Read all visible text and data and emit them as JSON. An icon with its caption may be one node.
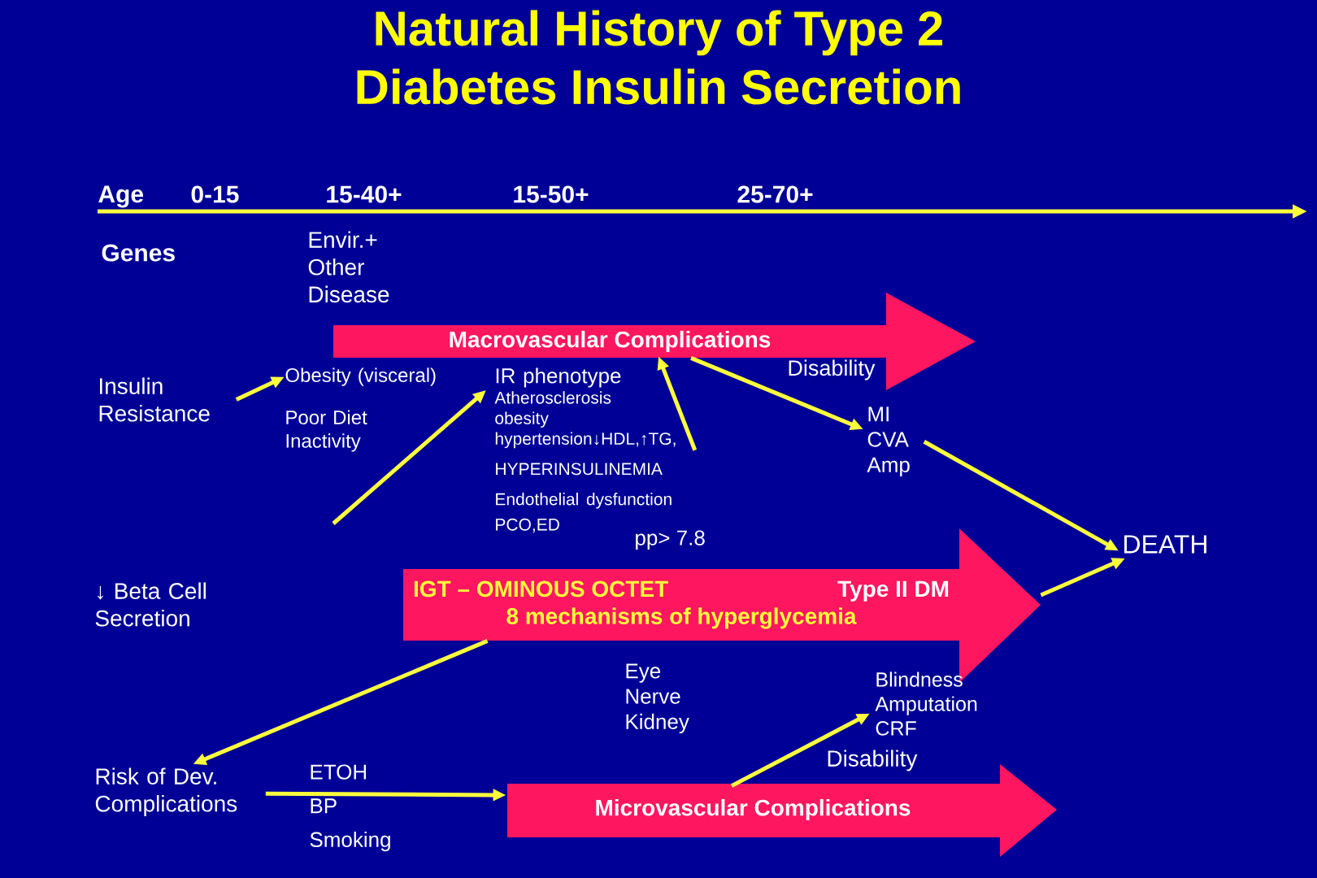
{
  "diagram": {
    "title": "Natural History of Type 2 Diabetes Insulin Secretion",
    "nodes": [
      {
        "text": [
          "Insulin Resistance"
        ]
      },
      {
        "text": [
          "Obesity (visceral)"
        ]
      },
      {
        "text": [
          "IR phenotype",
          "Atherosclerosis",
          "obesity",
          "hypertension↓HDL,↑TG,",
          "HYPERINSULINEMIA",
          "Endothelial dysfunction",
          "PCO,ED"
        ]
      },
      {
        "text": [
          "Macrovascular Complications"
        ]
      },
      {
        "text": [
          "MI CVA Amp"
        ]
      },
      {
        "text": [
          "DEATH"
        ]
      },
      {
        "text": [
          "IGT – OMINOUS OCTET",
          "Type II DM",
          "8 mechanisms of hyperglycemia"
        ]
      },
      {
        "text": [
          "Risk of Dev. Complications"
        ]
      },
      {
        "text": [
          "Microvascular Complications"
        ]
      },
      {
        "text": [
          "Blindness Amputation CRF"
        ]
      }
    ],
    "edges": [
      {
        "from": 0,
        "to": 1,
        "arrow": "to"
      },
      {
        "from": null,
        "to": 2,
        "arrow": "to"
      },
      {
        "from": 2,
        "to": 3,
        "arrow": "to"
      },
      {
        "from": 3,
        "to": 4,
        "arrow": "to"
      },
      {
        "from": 4,
        "to": 5,
        "arrow": "to"
      },
      {
        "from": 6,
        "to": 5,
        "arrow": "to"
      },
      {
        "from": 6,
        "to": 7,
        "arrow": "to"
      },
      {
        "from": 7,
        "to": 8,
        "arrow": "to"
      },
      {
        "from": 8,
        "to": 9,
        "arrow": "to"
      }
    ],
    "labels": [
      "Age",
      "0-15",
      "15-40+",
      "15-50+",
      "25-70+",
      "Genes",
      "Envir.+ Other Disease",
      "Poor Diet Inactivity",
      "Disability",
      "pp> 7.8",
      "↓ Beta Cell Secretion",
      "Eye Nerve Kidney",
      "Disability",
      "ETOH BP Smoking"
    ]
  }
}
